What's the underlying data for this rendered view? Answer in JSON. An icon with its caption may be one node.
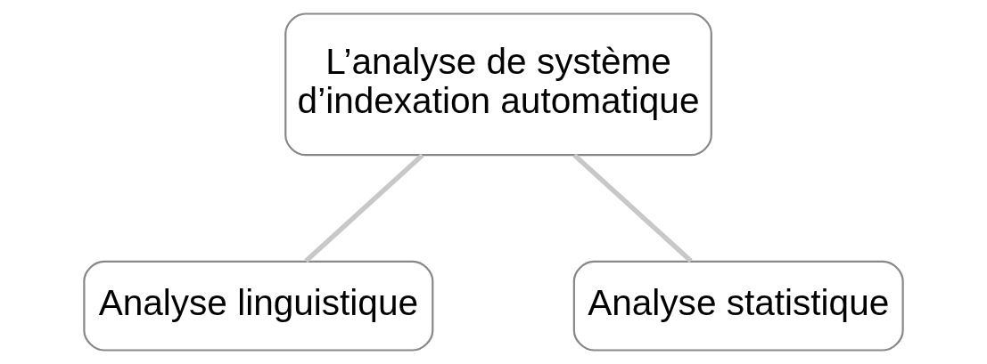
{
  "diagram": {
    "nodes": [
      {
        "text": [
          "L’analyse de système d’indexation automatique"
        ]
      },
      {
        "text": [
          "Analyse linguistique"
        ]
      },
      {
        "text": [
          "Analyse statistique"
        ]
      }
    ],
    "edges": [
      {
        "from": 0,
        "to": 1,
        "arrow": "none"
      },
      {
        "from": 0,
        "to": 2,
        "arrow": "none"
      }
    ]
  }
}
